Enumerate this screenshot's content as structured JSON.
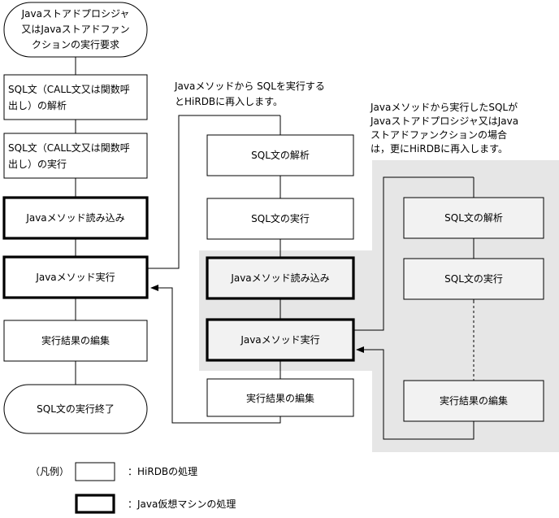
{
  "col1": {
    "start": [
      "Javaストアドプロシジャ",
      "又はJavaストアドファン",
      "クションの実行要求"
    ],
    "parse": [
      "SQL文（CALL文又は関数呼",
      "出し）の解析"
    ],
    "execute": [
      "SQL文（CALL文又は関数呼",
      "出し）の実行"
    ],
    "load": "Javaメソッド読み込み",
    "run": "Javaメソッド実行",
    "edit": "実行結果の編集",
    "end": "SQL文の実行終了"
  },
  "col2": {
    "annotation": [
      "Javaメソッドから SQLを実行する",
      "とHiRDBに再入します。"
    ],
    "parse": "SQL文の解析",
    "execute": "SQL文の実行",
    "load": "Javaメソッド読み込み",
    "run": "Javaメソッド実行",
    "edit": "実行結果の編集"
  },
  "col3": {
    "annotation": [
      "Javaメソッドから実行したSQLが",
      "Javaストアドプロシジャ又はJava",
      "ストアドファンクションの場合",
      "は，更にHiRDBに再入します。"
    ],
    "parse": "SQL文の解析",
    "execute": "SQL文の実行",
    "edit": "実行結果の編集"
  },
  "legend": {
    "title": "（凡例）",
    "hirdb": "：HiRDBの処理",
    "jvm": "：Java仮想マシンの処理"
  }
}
